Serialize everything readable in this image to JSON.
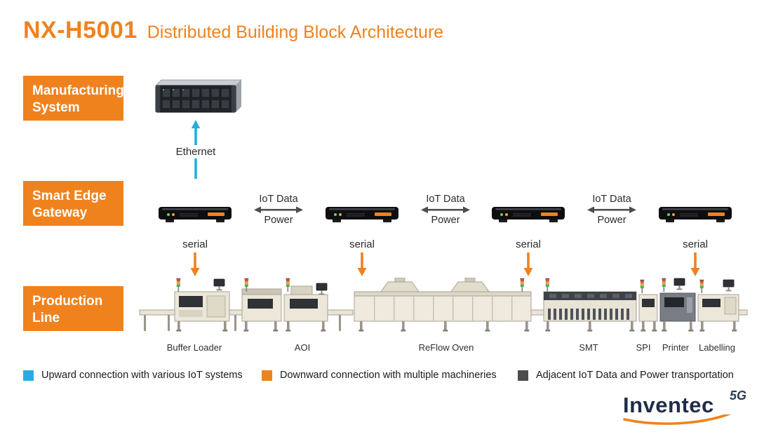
{
  "title": {
    "product": "NX-H5001",
    "subtitle": "Distributed Building Block Architecture"
  },
  "layers": [
    {
      "label": "Manufacturing System"
    },
    {
      "label": "Smart Edge Gateway"
    },
    {
      "label": "Production Line"
    }
  ],
  "connections": {
    "ethernet": "Ethernet",
    "serial": "serial",
    "iot_data": "IoT Data",
    "power": "Power"
  },
  "gateways": {
    "count": 4,
    "device": "smart-edge-gateway"
  },
  "machines": [
    "Buffer Loader",
    "AOI",
    "ReFlow Oven",
    "SMT",
    "SPI",
    "Printer",
    "Labelling"
  ],
  "legend": [
    {
      "color": "#29ABE2",
      "label": "Upward connection with various IoT systems"
    },
    {
      "color": "#F0821E",
      "label": "Downward connection with multiple machineries"
    },
    {
      "color": "#4D4D4D",
      "label": "Adjacent IoT Data and Power transportation"
    }
  ],
  "logo": {
    "brand": "Inventec",
    "tag": "5G"
  },
  "colors": {
    "accent_orange": "#F0821E",
    "accent_blue": "#29ABE2",
    "arrow_gray": "#4D4D4D"
  },
  "illustrations": [
    "server-illustration",
    "edge-gateway-illustration",
    "production-line-illustration"
  ]
}
